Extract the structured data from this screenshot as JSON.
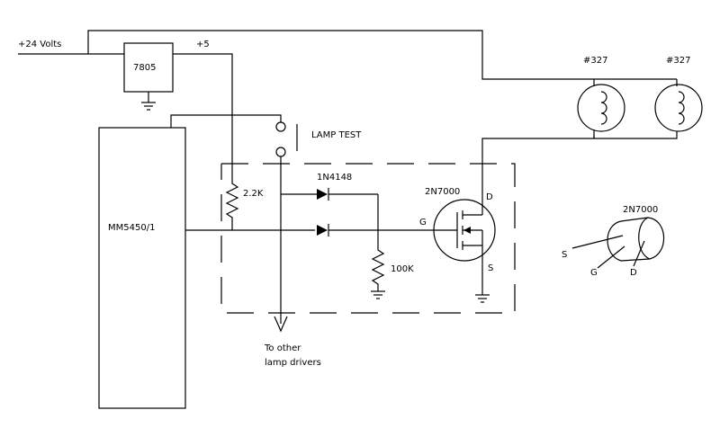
{
  "labels": {
    "supply": "+24 Volts",
    "regulator": "7805",
    "plus5": "+5",
    "ic": "MM5450/1",
    "lamp_test": "LAMP TEST",
    "resistor1": "2.2K",
    "diode": "1N4148",
    "resistor2": "100K",
    "mosfet": "2N7000",
    "pin_d": "D",
    "pin_g": "G",
    "pin_s": "S",
    "lamp1": "#327",
    "lamp2": "#327",
    "other_line1": "To other",
    "other_line2": "lamp drivers",
    "pkg_title": "2N7000",
    "pkg_s": "S",
    "pkg_g": "G",
    "pkg_d": "D"
  }
}
